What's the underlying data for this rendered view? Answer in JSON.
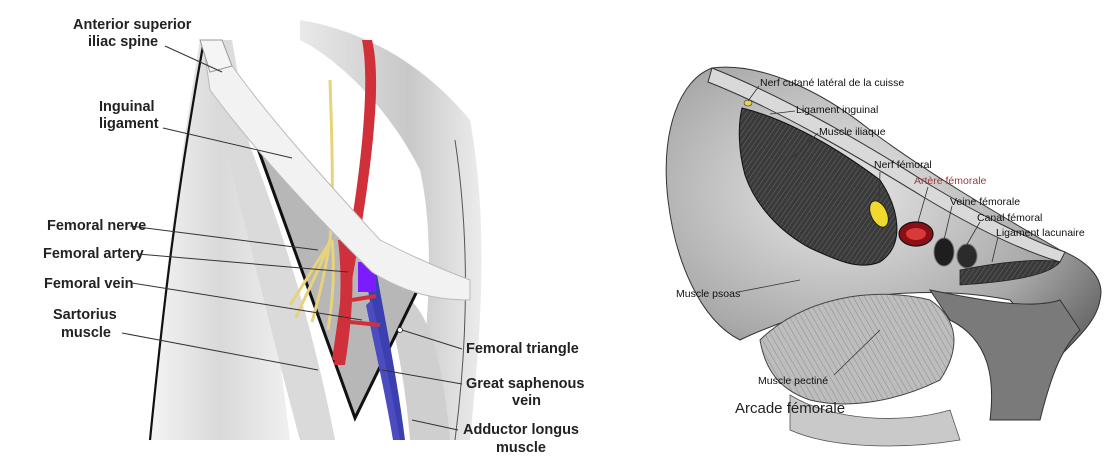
{
  "left_figure": {
    "labels": {
      "asis_line1": "Anterior superior",
      "asis_line2": "iliac spine",
      "inguinal_line1": "Inguinal",
      "inguinal_line2": "ligament",
      "femoral_nerve": "Femoral nerve",
      "femoral_artery": "Femoral artery",
      "femoral_vein": "Femoral vein",
      "sartorius_line1": "Sartorius",
      "sartorius_line2": "muscle",
      "femoral_triangle": "Femoral triangle",
      "gsv_line1": "Great saphenous",
      "gsv_line2": "vein",
      "adductor_line1": "Adductor longus",
      "adductor_line2": "muscle"
    }
  },
  "right_figure": {
    "labels": {
      "lat_cut_nerve": "Nerf cutané latéral de la cuisse",
      "inguinal_lig": "Ligament inguinal",
      "iliac_muscle": "Muscle iliaque",
      "femoral_nerve": "Nerf fémoral",
      "femoral_artery": "Artère fémorale",
      "femoral_vein": "Veine fémorale",
      "femoral_canal": "Canal fémoral",
      "lacunar_lig": "Ligament lacunaire",
      "psoas": "Muscle psoas",
      "pectineus": "Muscle pectiné"
    },
    "caption": "Arcade fémorale"
  },
  "colors": {
    "artery": "#d0303a",
    "vein": "#3b3fb0",
    "vein_highlight": "#7b1cff",
    "nerve": "#e8d27a",
    "ligament": "#f2f2f2",
    "triangle": "#b7b7b7"
  }
}
